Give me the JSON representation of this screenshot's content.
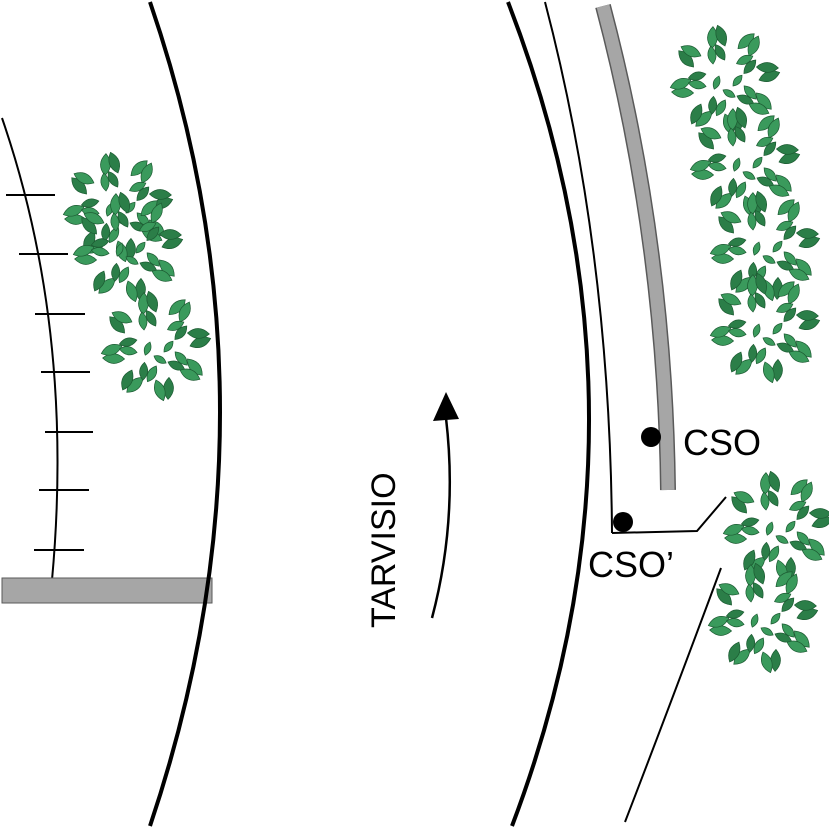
{
  "labels": {
    "direction": "TARVISIO",
    "point_1": "CSO",
    "point_2": "CSO’"
  },
  "colors": {
    "line": "#000000",
    "barrier": "#a6a6a6",
    "barrier_outline": "#5a5a5a",
    "tree_leaf": "#3a9a5c",
    "tree_leaf_dark": "#2b7e48",
    "tree_outline": "#1d5c33",
    "background": "#ffffff"
  },
  "icons": {
    "tree": "tree-icon",
    "direction_arrow": "arrow-up-icon",
    "sensor_point": "dot-icon"
  }
}
